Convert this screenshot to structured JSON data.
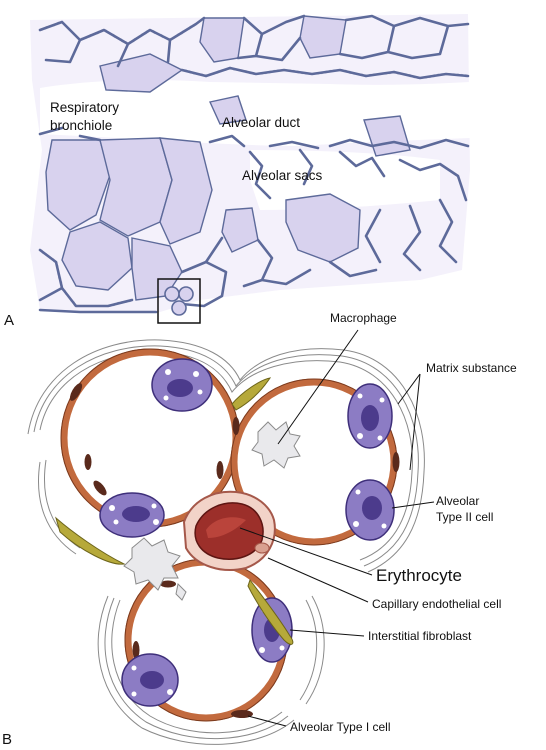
{
  "panels": {
    "a": "A",
    "b": "B"
  },
  "labels_a": {
    "respiratory_bronchiole_1": "Respiratory",
    "respiratory_bronchiole_2": "bronchiole",
    "alveolar_duct": "Alveolar duct",
    "alveolar_sacs": "Alveolar sacs"
  },
  "labels_b": {
    "macrophage": "Macrophage",
    "matrix_substance": "Matrix substance",
    "type2_1": "Alveolar",
    "type2_2": "Type II cell",
    "erythrocyte": "Erythrocyte",
    "capillary": "Capillary endothelial cell",
    "fibroblast": "Interstitial fibroblast",
    "type1": "Alveolar Type I cell"
  },
  "colors": {
    "alveolar_fill": "#f1eef9",
    "wall_fill": "#cdc8e8",
    "wall_stroke": "#5d6a9a",
    "sac_fill": "#d8d2ee",
    "wall_tissue": "#c26a3e",
    "nucleus_dark": "#5a2a1c",
    "type2_cell": "#8c7cc4",
    "type2_nucleus": "#4c3b8c",
    "fibroblast": "#b6a93a",
    "erythrocyte": "#9c2f2a",
    "macrophage": "#e9e9ec",
    "matrix_lines": "#8a8a8a"
  }
}
